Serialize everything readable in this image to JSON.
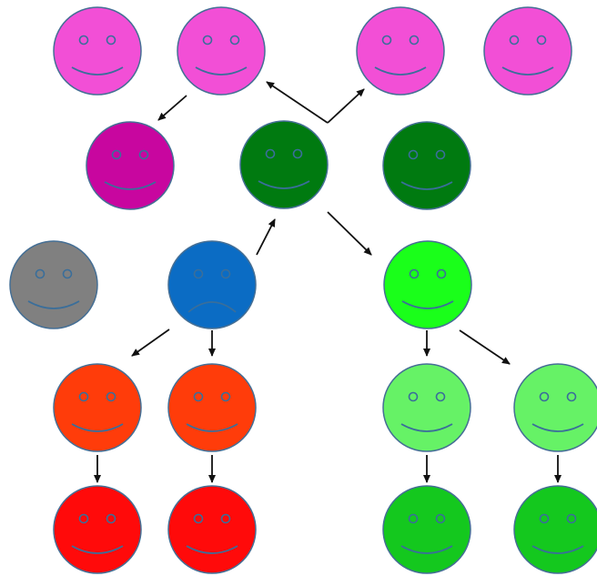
{
  "colors": {
    "pink": "#f24fd6",
    "magenta": "#c8069f",
    "dark_green": "#007a10",
    "gray": "#808080",
    "blue": "#0b6cc4",
    "bright_green": "#1aff1a",
    "orange_red": "#ff3c0a",
    "red": "#ff0a0a",
    "light_green": "#66f266",
    "medium_green": "#14c81e",
    "feature_stroke": "#3a6e9a",
    "face_outline": "#456f95",
    "arrow": "#111111"
  },
  "faces": [
    {
      "name": "face-pink-1",
      "color": "pink",
      "mood": "happy"
    },
    {
      "name": "face-pink-2",
      "color": "pink",
      "mood": "happy"
    },
    {
      "name": "face-pink-3",
      "color": "pink",
      "mood": "happy"
    },
    {
      "name": "face-pink-4",
      "color": "pink",
      "mood": "happy"
    },
    {
      "name": "face-magenta",
      "color": "magenta",
      "mood": "happy"
    },
    {
      "name": "face-dark-green-center",
      "color": "dark_green",
      "mood": "happy"
    },
    {
      "name": "face-dark-green-right",
      "color": "dark_green",
      "mood": "happy"
    },
    {
      "name": "face-gray",
      "color": "gray",
      "mood": "happy"
    },
    {
      "name": "face-blue-sad",
      "color": "blue",
      "mood": "sad"
    },
    {
      "name": "face-bright-green",
      "color": "bright_green",
      "mood": "happy"
    },
    {
      "name": "face-orange-red-1",
      "color": "orange_red",
      "mood": "happy"
    },
    {
      "name": "face-orange-red-2",
      "color": "orange_red",
      "mood": "happy"
    },
    {
      "name": "face-light-green-1",
      "color": "light_green",
      "mood": "happy"
    },
    {
      "name": "face-light-green-2",
      "color": "light_green",
      "mood": "happy"
    },
    {
      "name": "face-red-1",
      "color": "red",
      "mood": "happy"
    },
    {
      "name": "face-red-2",
      "color": "red",
      "mood": "happy"
    },
    {
      "name": "face-medium-green-1",
      "color": "medium_green",
      "mood": "happy"
    },
    {
      "name": "face-medium-green-2",
      "color": "medium_green",
      "mood": "happy"
    }
  ],
  "arrows": [
    {
      "from": "face-pink-2",
      "to": "face-magenta"
    },
    {
      "from": "face-dark-green-center",
      "to": "face-pink-2"
    },
    {
      "from": "face-dark-green-center",
      "to": "face-pink-3"
    },
    {
      "from": "face-blue-sad",
      "to": "face-dark-green-center"
    },
    {
      "from": "face-dark-green-center",
      "to": "face-bright-green"
    },
    {
      "from": "face-blue-sad",
      "to": "face-orange-red-1"
    },
    {
      "from": "face-blue-sad",
      "to": "face-orange-red-2"
    },
    {
      "from": "face-orange-red-1",
      "to": "face-red-1"
    },
    {
      "from": "face-orange-red-2",
      "to": "face-red-2"
    },
    {
      "from": "face-bright-green",
      "to": "face-light-green-1"
    },
    {
      "from": "face-bright-green",
      "to": "face-light-green-2"
    },
    {
      "from": "face-light-green-1",
      "to": "face-medium-green-1"
    },
    {
      "from": "face-light-green-2",
      "to": "face-medium-green-2"
    }
  ]
}
